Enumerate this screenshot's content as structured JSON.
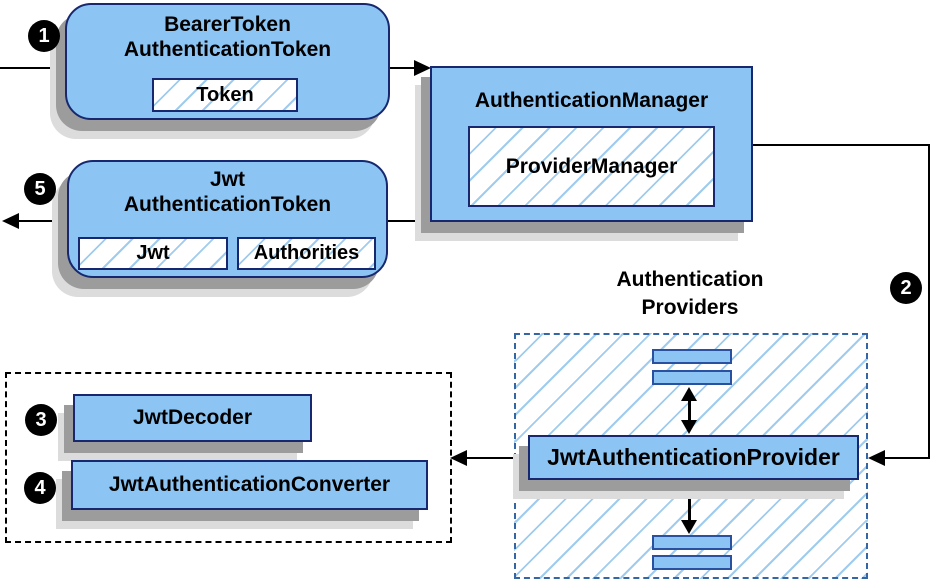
{
  "colors": {
    "node_fill": "#8cc5f4",
    "node_border": "#17286f",
    "bar_border": "#2a50a0",
    "hatch_line": "#9fccee",
    "dashed_blue_border": "#3465a4",
    "dashed_black_border": "#000000",
    "shadow_dark": "#9c9c9c",
    "shadow_light": "#dcdcdc",
    "arrow": "#000000",
    "badge_bg": "#000000",
    "badge_text": "#ffffff"
  },
  "badges": {
    "step1": "1",
    "step2": "2",
    "step3": "3",
    "step4": "4",
    "step5": "5"
  },
  "nodes": {
    "bearer": {
      "title_line1": "BearerToken",
      "title_line2": "AuthenticationToken",
      "chip": "Token"
    },
    "manager": {
      "title": "AuthenticationManager",
      "chip": "ProviderManager"
    },
    "jwt": {
      "title_line1": "Jwt",
      "title_line2": "AuthenticationToken",
      "chip_jwt": "Jwt",
      "chip_authorities": "Authorities"
    },
    "provider": {
      "title": "JwtAuthenticationProvider"
    },
    "decoder": {
      "title": "JwtDecoder"
    },
    "converter": {
      "title": "JwtAuthenticationConverter"
    }
  },
  "labels": {
    "providers_group_line1": "Authentication",
    "providers_group_line2": "Providers"
  }
}
